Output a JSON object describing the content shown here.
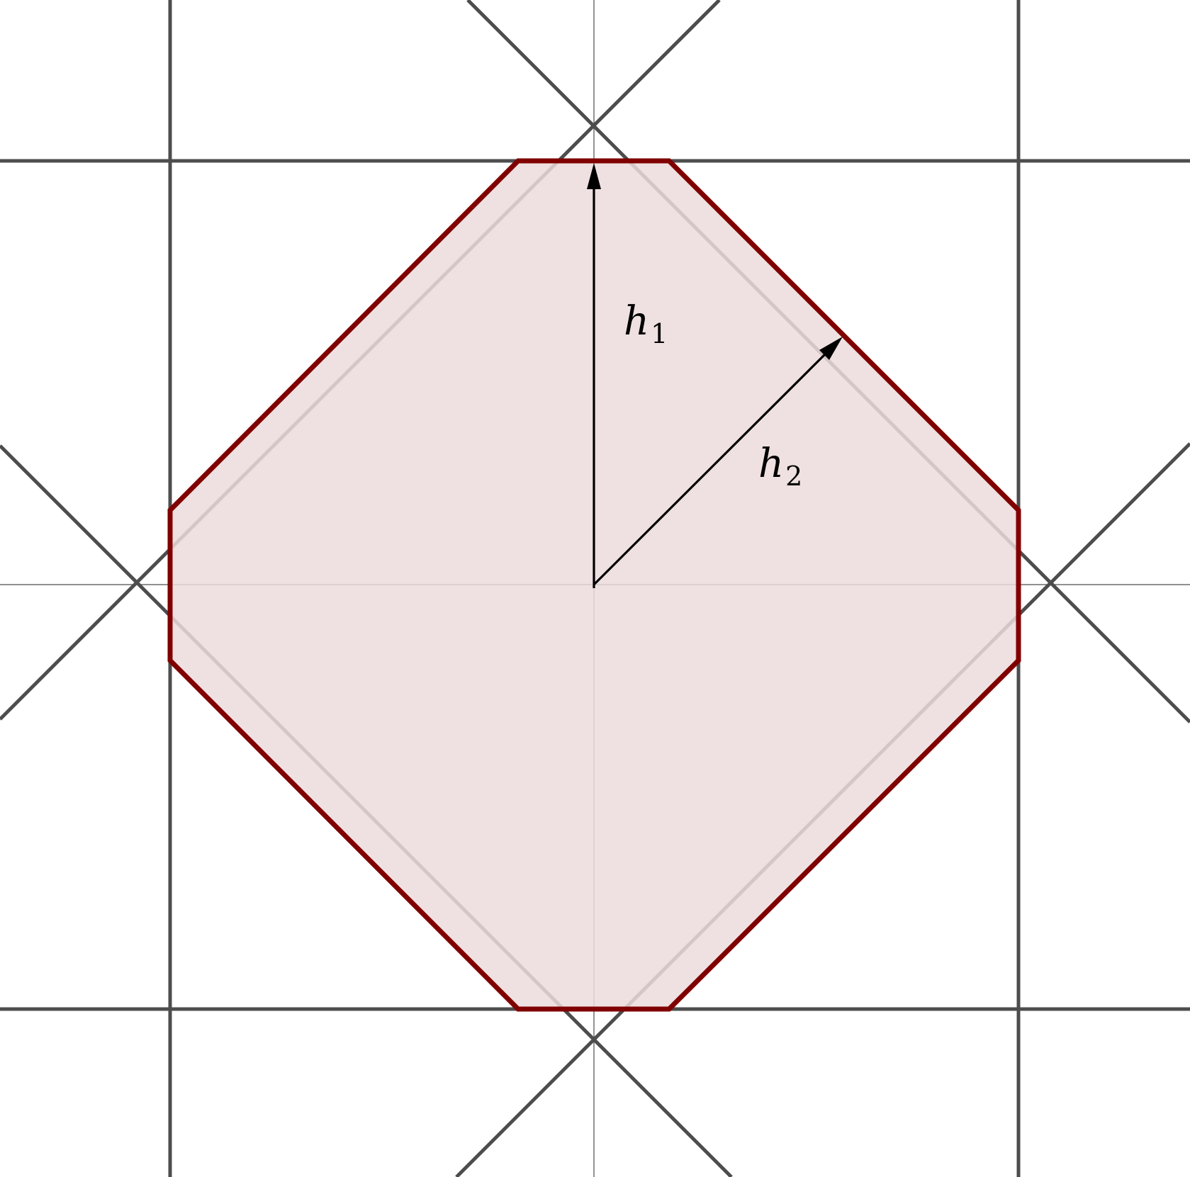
{
  "diagram": {
    "labels": {
      "h1": {
        "base": "h",
        "subscript": "1"
      },
      "h2": {
        "base": "h",
        "subscript": "2"
      }
    },
    "colors": {
      "polygon_stroke": "#800000",
      "polygon_fill": "#ecdcdc",
      "constraint_lines": "#4d4d4d",
      "axes": "#4d4d4d",
      "vectors": "#000000"
    }
  }
}
